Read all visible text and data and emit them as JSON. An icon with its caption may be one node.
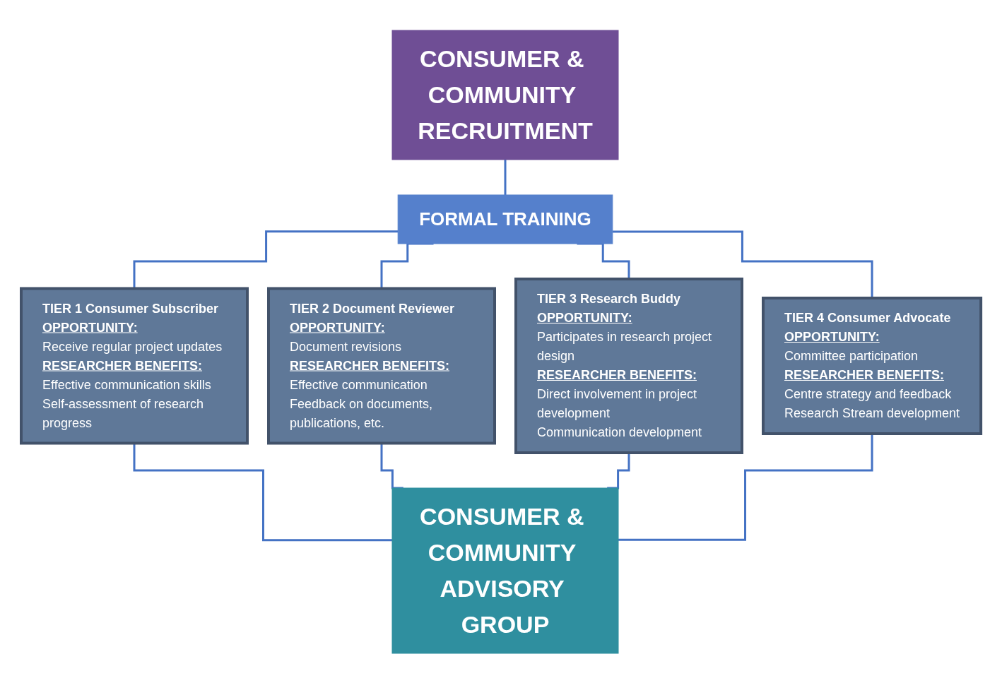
{
  "diagram": {
    "nodes": [
      {
        "text": [
          "CONSUMER & COMMUNITY RECRUITMENT"
        ]
      },
      {
        "text": [
          "FORMAL TRAINING"
        ]
      },
      {
        "text": [
          "TIER 1 Consumer Subscriber",
          "OPPORTUNITY:",
          "Receive regular project updates",
          "RESEARCHER BENEFITS:",
          "Effective communication skills",
          "Self-assessment of research progress"
        ]
      },
      {
        "text": [
          "TIER 2 Document Reviewer",
          "OPPORTUNITY:",
          "Document revisions",
          "RESEARCHER BENEFITS:",
          "Effective communication",
          "Feedback on documents, publications, etc."
        ]
      },
      {
        "text": [
          "TIER 3 Research Buddy",
          "OPPORTUNITY:",
          "Participates in research project design",
          "RESEARCHER BENEFITS:",
          "Direct involvement in project development",
          "Communication development"
        ]
      },
      {
        "text": [
          "TIER 4 Consumer Advocate",
          "OPPORTUNITY:",
          "Committee participation",
          "RESEARCHER BENEFITS:",
          "Centre strategy and feedback",
          "Research Stream development"
        ]
      },
      {
        "text": [
          "CONSUMER & COMMUNITY ADVISORY GROUP"
        ]
      }
    ],
    "edges": [
      {
        "from": 0,
        "to": 1,
        "arrow": "none"
      },
      {
        "from": 1,
        "to": 2,
        "arrow": "none"
      },
      {
        "from": 1,
        "to": 3,
        "arrow": "none"
      },
      {
        "from": 1,
        "to": 4,
        "arrow": "none"
      },
      {
        "from": 1,
        "to": 5,
        "arrow": "none"
      },
      {
        "from": 2,
        "to": 6,
        "arrow": "none"
      },
      {
        "from": 3,
        "to": 6,
        "arrow": "none"
      },
      {
        "from": 4,
        "to": 6,
        "arrow": "none"
      },
      {
        "from": 5,
        "to": 6,
        "arrow": "none"
      }
    ]
  }
}
